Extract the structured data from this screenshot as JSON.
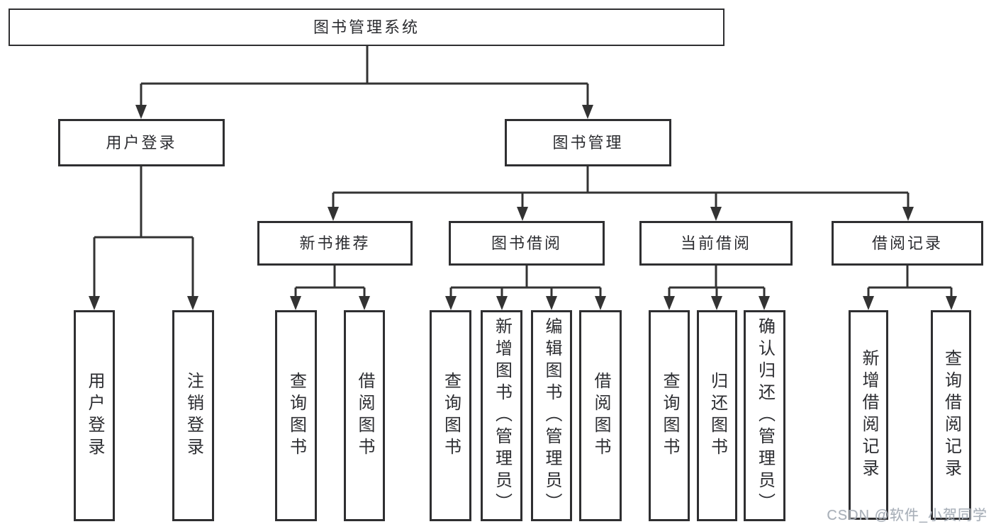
{
  "diagram_title": "图书管理系统",
  "watermark": "CSDN @软件_小贺同学",
  "colors": {
    "line": "#333333",
    "box_border": "#2f2f31",
    "text": "#2c2d31",
    "watermark_text": "#a9b0b8",
    "background": "#ffffff"
  },
  "tree": {
    "root": {
      "label": "图书管理系统"
    },
    "children": [
      {
        "label": "用户登录",
        "children": [
          {
            "label": "用户登录"
          },
          {
            "label": "注销登录"
          }
        ]
      },
      {
        "label": "图书管理",
        "children": [
          {
            "label": "新书推荐",
            "children": [
              {
                "label": "查询图书"
              },
              {
                "label": "借阅图书"
              }
            ]
          },
          {
            "label": "图书借阅",
            "children": [
              {
                "label": "查询图书"
              },
              {
                "label": "新增图书（管理员）"
              },
              {
                "label": "编辑图书（管理员）"
              },
              {
                "label": "借阅图书"
              }
            ]
          },
          {
            "label": "当前借阅",
            "children": [
              {
                "label": "查询图书"
              },
              {
                "label": "归还图书"
              },
              {
                "label": "确认归还（管理员）"
              }
            ]
          },
          {
            "label": "借阅记录",
            "children": [
              {
                "label": "新增借阅记录"
              },
              {
                "label": "查询借阅记录"
              }
            ]
          }
        ]
      }
    ]
  }
}
